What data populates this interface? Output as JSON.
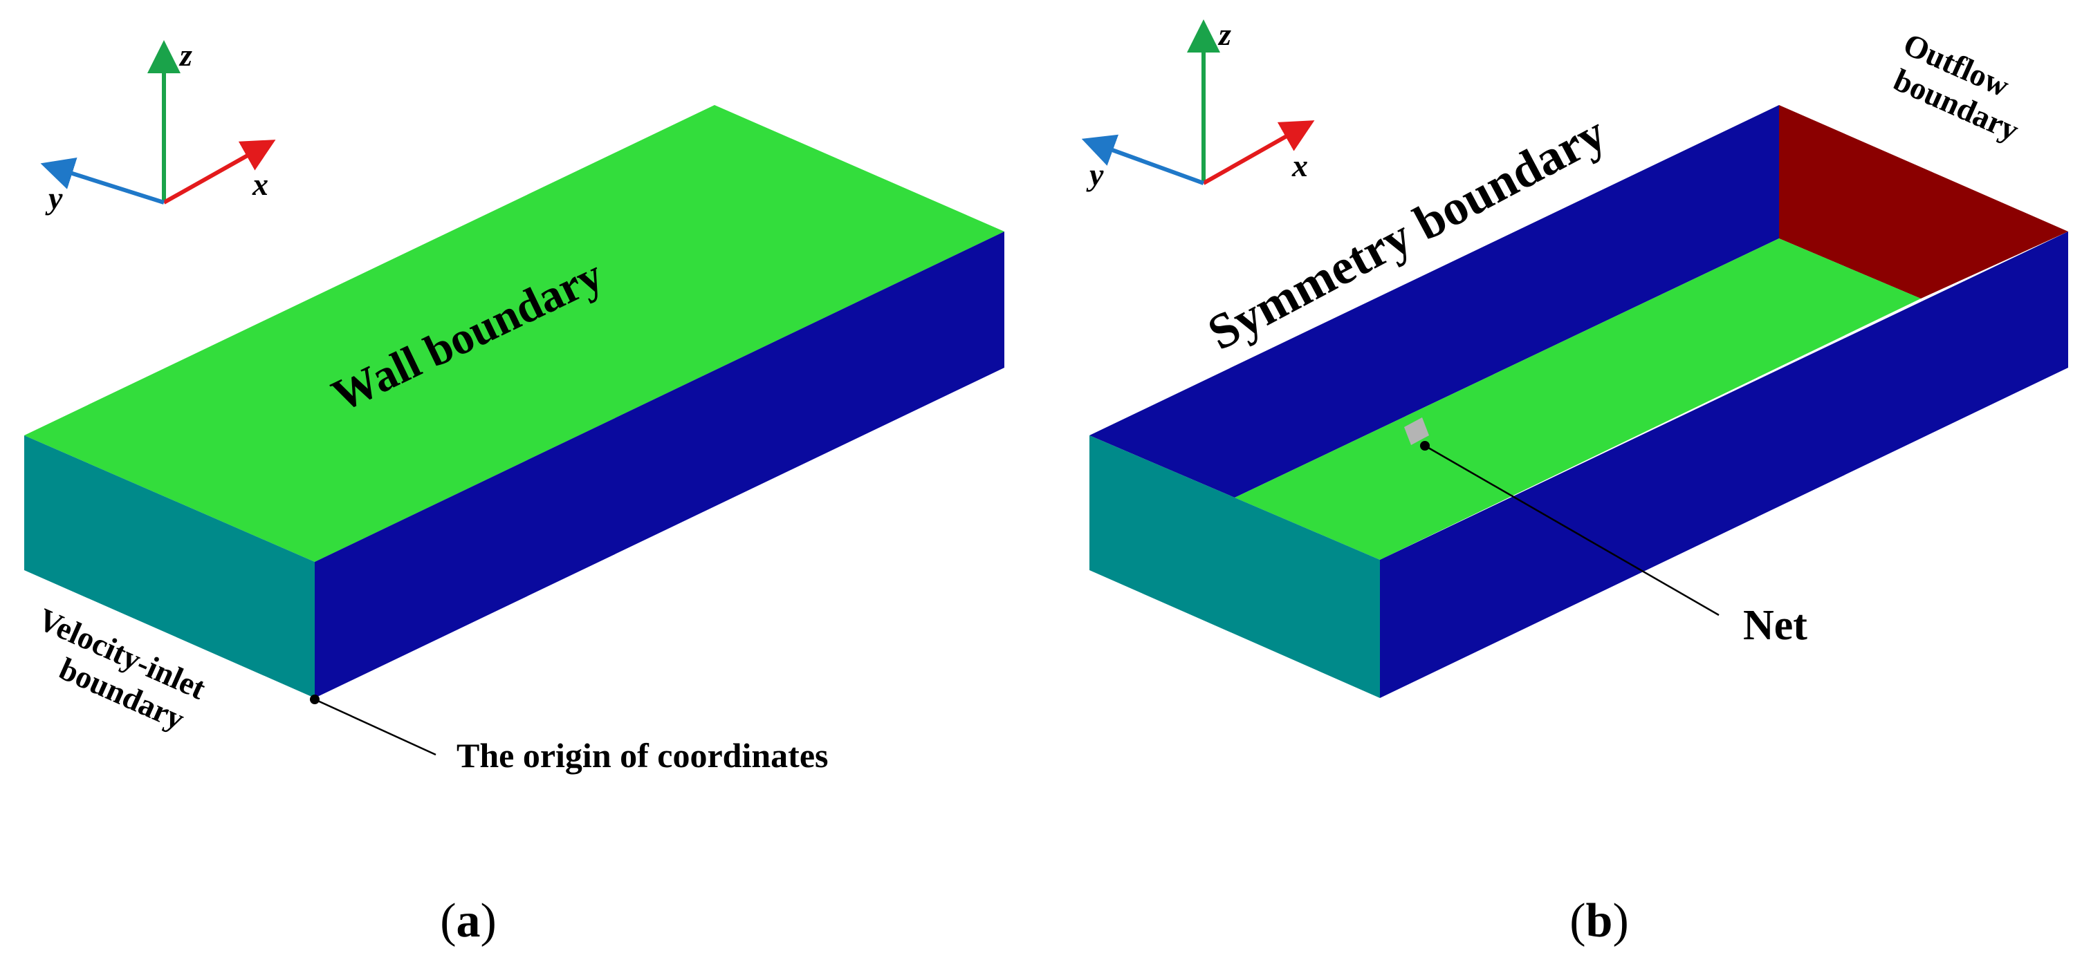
{
  "colors": {
    "green": "#33dd3c",
    "blue": "#0a0a9e",
    "teal": "#008a8a",
    "red": "#8b0000",
    "gray": "#b4b4b4",
    "axis_x": "#e31a1c",
    "axis_y": "#1f78c8",
    "axis_z": "#1aa34a"
  },
  "axes": {
    "x": "x",
    "y": "y",
    "z": "z"
  },
  "panel_a": {
    "wall_label": "Wall boundary",
    "inlet_line1": "Velocity-inlet",
    "inlet_line2": "boundary",
    "origin_label": "The origin of coordinates",
    "caption_open": "(",
    "caption_letter": "a",
    "caption_close": ")"
  },
  "panel_b": {
    "symmetry_label": "Symmetry boundary",
    "outflow_line1": "Outflow",
    "outflow_line2": "boundary",
    "net_label": "Net",
    "caption_open": "(",
    "caption_letter": "b",
    "caption_close": ")"
  }
}
